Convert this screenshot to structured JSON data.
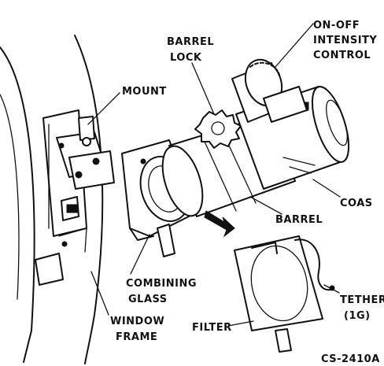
{
  "labels": {
    "on_off_intensity_control_line1": "ON-OFF",
    "on_off_intensity_control_line2": "INTENSITY",
    "on_off_intensity_control_line3": "CONTROL",
    "barrel_lock_line1": "BARREL",
    "barrel_lock_line2": "LOCK",
    "mount": "MOUNT",
    "coas": "COAS",
    "barrel": "BARREL",
    "combining_glass_line1": "COMBINING",
    "combining_glass_line2": "GLASS",
    "tether_line1": "TETHER",
    "tether_line2": "(1G)",
    "window_frame_line1": "WINDOW",
    "window_frame_line2": "FRAME",
    "filter": "FILTER",
    "figure_code": "CS-2410A"
  },
  "colors": {
    "ink": "#111111",
    "paper": "#ffffff"
  }
}
